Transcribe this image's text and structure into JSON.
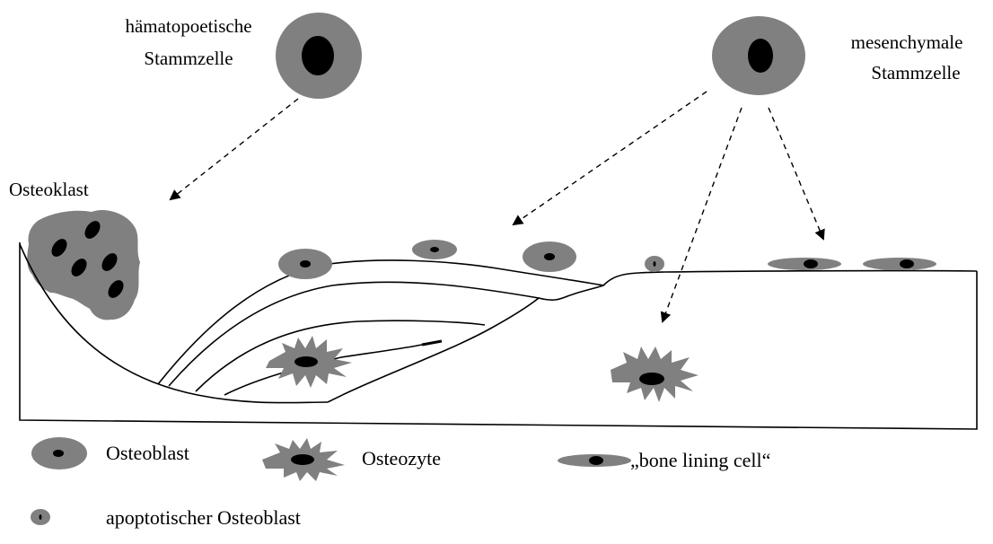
{
  "labels": {
    "hsc_line1": "hämatopoetische",
    "hsc_line2": "Stammzelle",
    "msc_line1": "mesenchymale",
    "msc_line2": "Stammzelle",
    "osteoklast": "Osteoklast"
  },
  "legend": {
    "osteoblast": "Osteoblast",
    "osteozyte": "Osteozyte",
    "bone_lining_cell": "„bone lining cell“",
    "apoptotic": "apoptotischer Osteoblast"
  },
  "colors": {
    "cell": "#808080",
    "nucleus": "#000000",
    "line": "#000000"
  }
}
